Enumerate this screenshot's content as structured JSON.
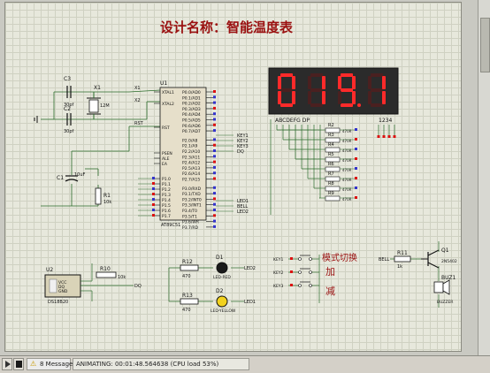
{
  "title": "设计名称：智能温度表",
  "display": {
    "digits": "0191",
    "pins_left": "ABCDEFG DP",
    "pins_right": "1234"
  },
  "mcu": {
    "ref": "U1",
    "type": "AT89C51",
    "left_pins": [
      "XTAL1",
      "XTAL2",
      "RST",
      "PSEN",
      "ALE",
      "EA",
      "P1.0",
      "P1.1",
      "P1.2",
      "P1.3",
      "P1.4",
      "P1.5",
      "P1.6",
      "P1.7"
    ],
    "right_pins": [
      "P0.0/AD0",
      "P0.1/AD1",
      "P0.2/AD2",
      "P0.3/AD3",
      "P0.4/AD4",
      "P0.5/AD5",
      "P0.6/AD6",
      "P0.7/AD7",
      "P2.0/A8",
      "P2.1/A9",
      "P2.2/A10",
      "P2.3/A11",
      "P2.4/A12",
      "P2.5/A13",
      "P2.6/A14",
      "P2.7/A15",
      "P3.0/RXD",
      "P3.1/TXD",
      "P3.2/INT0",
      "P3.3/INT1",
      "P3.4/T0",
      "P3.5/T1",
      "P3.6/WR",
      "P3.7/RD"
    ],
    "net_labels": [
      "KEY1",
      "KEY2",
      "KEY3",
      "DQ",
      "LED1",
      "BELL",
      "LED2"
    ]
  },
  "crystal": {
    "c3": "C3",
    "c3_val": "30pf",
    "c2": "C2",
    "c2_val": "30pf",
    "x1": "X1",
    "x1_val": "12M",
    "x1_net": "X1",
    "x2_net": "X2",
    "rst": "RST"
  },
  "reset": {
    "c1": "C1",
    "c1_val": "10uF",
    "r1": "R1",
    "r1_val": "10k"
  },
  "resistors": [
    "R2",
    "R3",
    "R4",
    "R5",
    "R6",
    "R7",
    "R8",
    "R9"
  ],
  "resistor_val": "470R",
  "sensor": {
    "ref": "U2",
    "type": "DS18B20",
    "pins": [
      "VCC",
      "DQ",
      "GND"
    ],
    "r10": "R10",
    "r10_val": "10k",
    "net": "DQ"
  },
  "leds": [
    {
      "r": "R12",
      "r_val": "470",
      "d": "D1",
      "d_type": "LED-RED",
      "net": "LED2"
    },
    {
      "r": "R13",
      "r_val": "470",
      "d": "D2",
      "d_type": "LED-YELLOW",
      "net": "LED1"
    }
  ],
  "keys": {
    "nets": [
      "KEY1",
      "KEY2",
      "KEY3"
    ],
    "labels": [
      "模式切换",
      "加",
      "减"
    ]
  },
  "buzzer": {
    "net": "BELL",
    "r": "R11",
    "r_val": "1k",
    "q": "Q1",
    "q_type": "2N5402",
    "buz": "BUZ1",
    "buz_type": "BUZZER"
  },
  "status": {
    "messages": "8 Message(s)",
    "animating": "ANIMATING: 00:01:48.564638 (CPU load 53%)"
  }
}
